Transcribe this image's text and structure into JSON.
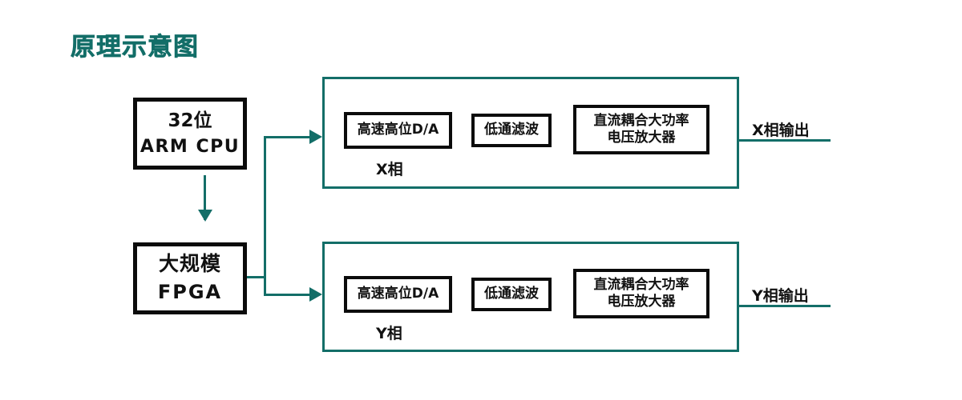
{
  "title": "原理示意图",
  "colors": {
    "accent_teal": "#136E68",
    "box_black": "#0b0b0b",
    "background": "#ffffff",
    "text": "#111111"
  },
  "controller": {
    "cpu": {
      "line1": "32位",
      "line2": "ARM CPU"
    },
    "fpga": {
      "line1": "大规模",
      "line2": "FPGA"
    }
  },
  "phases": [
    {
      "id": "x",
      "caption": "X相",
      "output_label": "X相输出",
      "modules": [
        {
          "name": "dac",
          "line1": "高速高位D/A"
        },
        {
          "name": "lowpass-filter",
          "line1": "低通滤波"
        },
        {
          "name": "amplifier",
          "line1": "直流耦合大功率",
          "line2": "电压放大器"
        }
      ]
    },
    {
      "id": "y",
      "caption": "Y相",
      "output_label": "Y相输出",
      "modules": [
        {
          "name": "dac",
          "line1": "高速高位D/A"
        },
        {
          "name": "lowpass-filter",
          "line1": "低通滤波"
        },
        {
          "name": "amplifier",
          "line1": "直流耦合大功率",
          "line2": "电压放大器"
        }
      ]
    }
  ]
}
